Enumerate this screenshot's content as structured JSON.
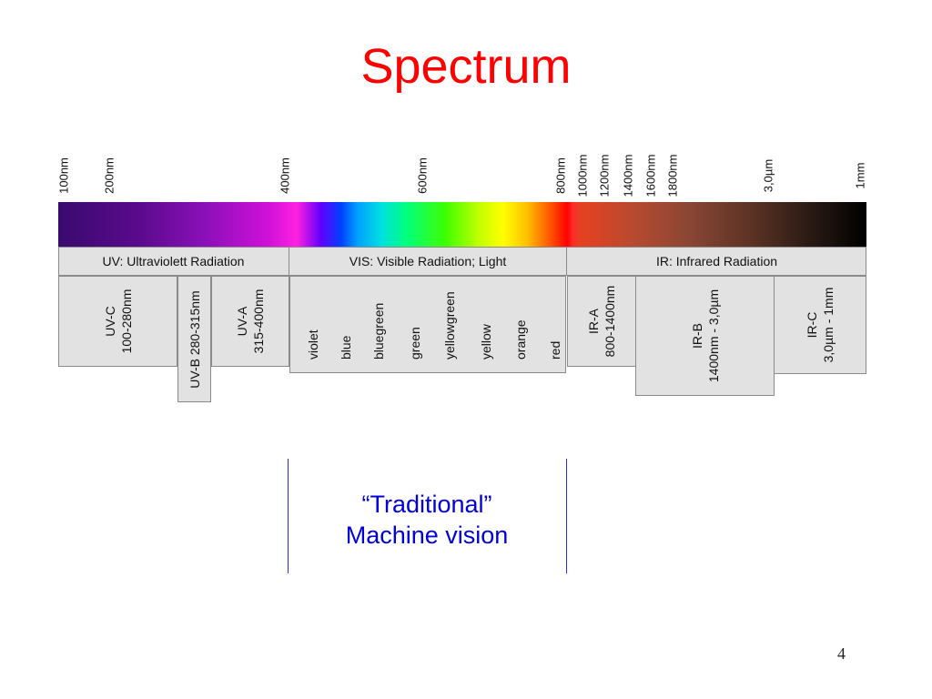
{
  "slide": {
    "title": "Spectrum",
    "page_number": "4"
  },
  "ticks": [
    "100nm",
    "200nm",
    "400nm",
    "600nm",
    "800nm",
    "1000nm",
    "1200nm",
    "1400nm",
    "1600nm",
    "1800nm",
    "3,0µm",
    "1mm"
  ],
  "regions": {
    "uv": "UV: Ultraviolett Radiation",
    "vis": "VIS: Visible Radiation; Light",
    "ir": "IR: Infrared Radiation"
  },
  "subbands": {
    "uvc_name": "UV-C",
    "uvc_range": "100-280nm",
    "uvb": "UV-B 280-315nm",
    "uva_name": "UV-A",
    "uva_range": "315-400nm",
    "ira_name": "IR-A",
    "ira_range": "800-1400nm",
    "irb_name": "IR-B",
    "irb_range": "1400nm - 3,0µm",
    "irc_name": "IR-C",
    "irc_range": "3,0µm - 1mm"
  },
  "colors": [
    "violet",
    "blue",
    "bluegreen",
    "green",
    "yellowgreen",
    "yellow",
    "orange",
    "red"
  ],
  "machine_vision": {
    "line1": "“Traditional”",
    "line2": "Machine vision"
  },
  "palette": {
    "title": "#ff0000",
    "annotation": "#0000dd",
    "box_fill": "#e2e2e2"
  }
}
